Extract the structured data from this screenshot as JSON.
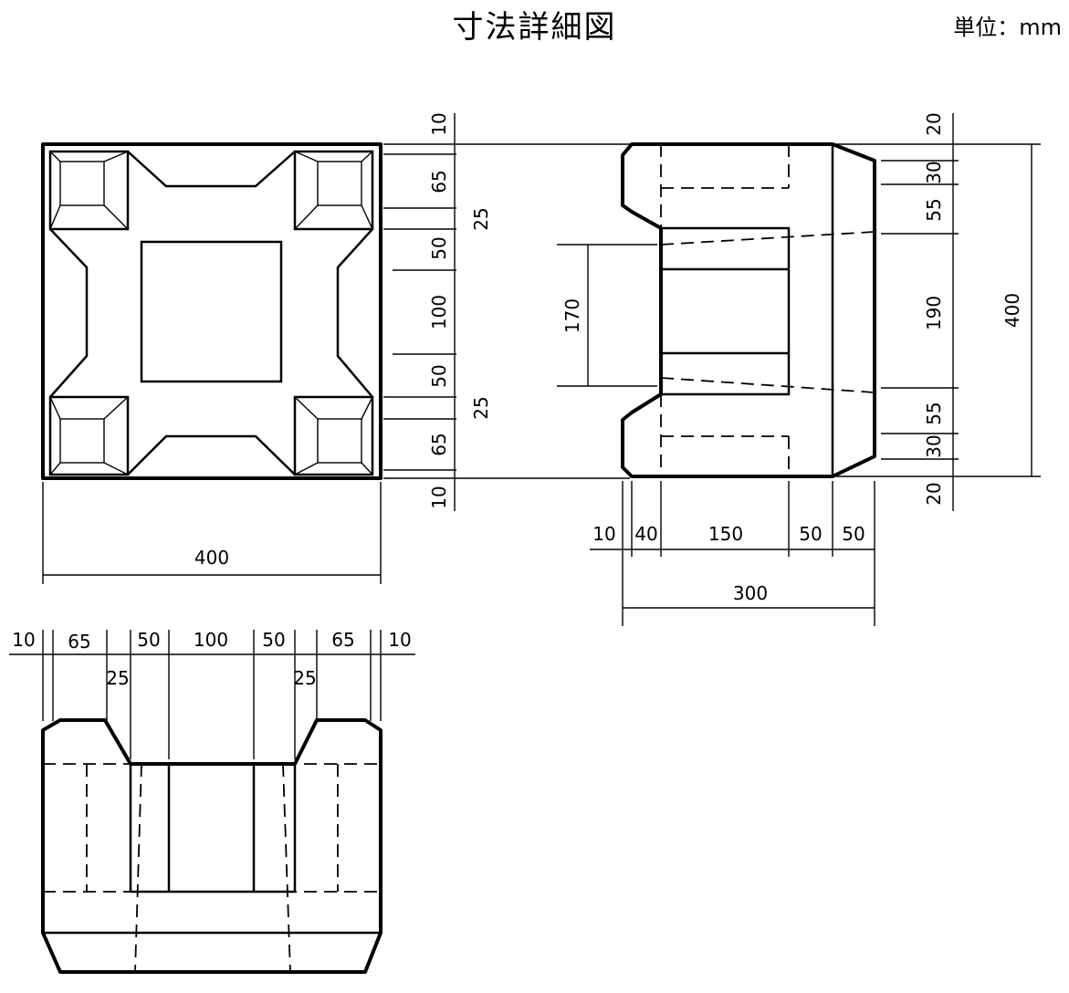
{
  "title": "寸法詳細図",
  "unit_label": "単位：mm",
  "top_view": {
    "right_dims": [
      "10",
      "65",
      "25",
      "50",
      "100",
      "50",
      "25",
      "65",
      "10"
    ],
    "bottom_total": "400"
  },
  "side_view": {
    "right_dims": [
      "20",
      "30",
      "55",
      "190",
      "55",
      "30",
      "20"
    ],
    "overall_height": "400",
    "inner_height": "170",
    "bottom_dims": [
      "10",
      "40",
      "150",
      "50",
      "50"
    ],
    "bottom_total": "300"
  },
  "front_view": {
    "top_dims": [
      "10",
      "65",
      "50",
      "100",
      "50",
      "65",
      "10"
    ],
    "lower_dims": [
      "25",
      "25"
    ]
  }
}
